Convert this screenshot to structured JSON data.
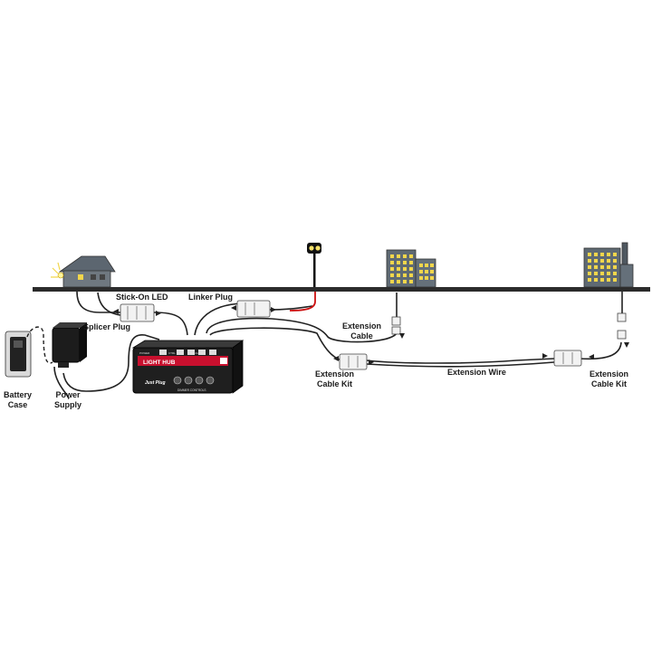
{
  "labels": {
    "stick_on_led": "Stick-On LED",
    "linker_plug": "Linker Plug",
    "splicer_plug": "Splicer Plug",
    "extension_cable": [
      "Extension",
      "Cable"
    ],
    "extension_cable_kit_left": [
      "Extension",
      "Cable Kit"
    ],
    "extension_wire": "Extension Wire",
    "extension_cable_kit_right": [
      "Extension",
      "Cable Kit"
    ],
    "battery_case": [
      "Battery",
      "Case"
    ],
    "power_supply": [
      "Power",
      "Supply"
    ]
  },
  "hub": {
    "title": "LIGHT HUB",
    "brand": "Just Plug",
    "controls_caption": "DIMMER CONTROLS",
    "port_power": "POWER",
    "port_ctrl": "CTRL",
    "port_light": "LIGHT"
  },
  "colors": {
    "wire": "#222222",
    "red_wire": "#cc1111",
    "window_light": "#f2d64b",
    "building": "#5f6a73",
    "hub_body": "#222222"
  }
}
